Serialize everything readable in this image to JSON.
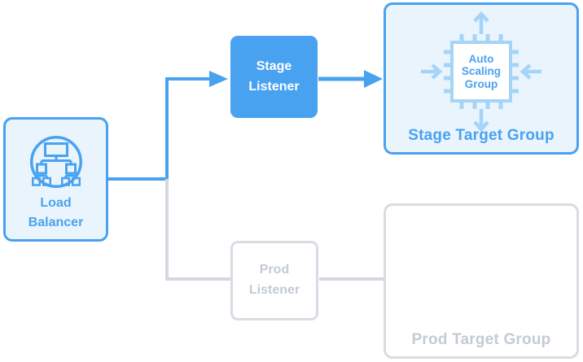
{
  "title": "Load balancer stage/prod routing diagram",
  "colors": {
    "accent_blue": "#49a2f0",
    "light_blue_fill": "#e9f4fd",
    "icon_light_blue": "#a6d4f7",
    "inactive_border": "#d8dce3",
    "inactive_text": "#c4cbd6",
    "inactive_line": "#d3d7de",
    "white": "#ffffff"
  },
  "nodes": {
    "load_balancer": {
      "label": "Load Balancer",
      "icon": "load-balancer-icon",
      "state": "active"
    },
    "stage_listener": {
      "label": "Stage Listener",
      "state": "active"
    },
    "prod_listener": {
      "label": "Prod Listener",
      "state": "inactive"
    },
    "stage_target_group": {
      "label": "Stage Target Group",
      "state": "active",
      "auto_scaling_group": {
        "label": "Auto Scaling Group",
        "icon": "auto-scaling-chip-icon"
      }
    },
    "prod_target_group": {
      "label": "Prod Target Group",
      "state": "inactive"
    }
  },
  "edges": [
    {
      "from": "Load Balancer",
      "to": "Stage Listener",
      "style": "blue-arrow"
    },
    {
      "from": "Load Balancer",
      "to": "Prod Listener",
      "style": "gray-line"
    },
    {
      "from": "Stage Listener",
      "to": "Stage Target Group",
      "style": "blue-arrow"
    },
    {
      "from": "Prod Listener",
      "to": "Prod Target Group",
      "style": "gray-line"
    }
  ]
}
